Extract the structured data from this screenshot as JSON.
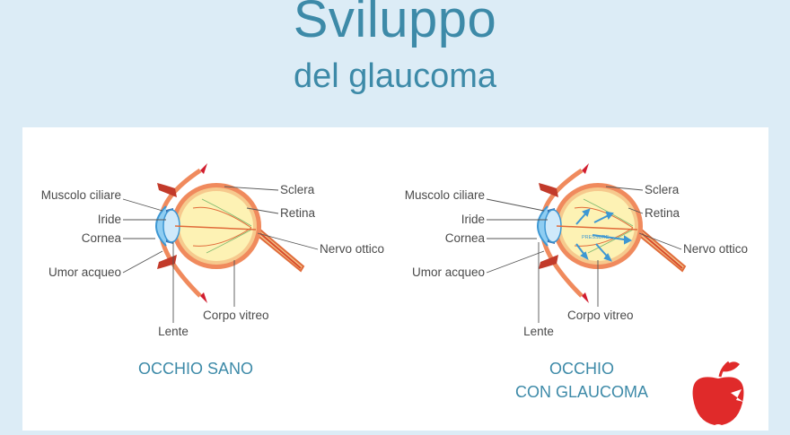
{
  "title": "Sviluppo",
  "subtitle": "del glaucoma",
  "healthy": {
    "caption": "OCCHIO SANO",
    "labels": {
      "muscolo_ciliare": "Muscolo ciliare",
      "iride": "Iride",
      "cornea": "Cornea",
      "umor_acqueo": "Umor acqueo",
      "lente": "Lente",
      "sclera": "Sclera",
      "retina": "Retina",
      "nervo_ottico": "Nervo ottico",
      "corpo_vitreo": "Corpo vitreo"
    }
  },
  "glaucoma": {
    "caption_line1": "OCCHIO",
    "caption_line2": "CON GLAUCOMA",
    "pressure": "PRESSURE",
    "labels": {
      "muscolo_ciliare": "Muscolo ciliare",
      "iride": "Iride",
      "cornea": "Cornea",
      "umor_acqueo": "Umor acqueo",
      "lente": "Lente",
      "sclera": "Sclera",
      "retina": "Retina",
      "nervo_ottico": "Nervo ottico",
      "corpo_vitreo": "Corpo vitreo"
    }
  },
  "colors": {
    "title": "#3d8aa8",
    "background": "#dcecf6",
    "sclera": "#f08a5d",
    "vitreous": "#fdf2b4",
    "logo": "#e02a2a",
    "pressure_arrows": "#3d97d3"
  },
  "logo": "apple-logo"
}
